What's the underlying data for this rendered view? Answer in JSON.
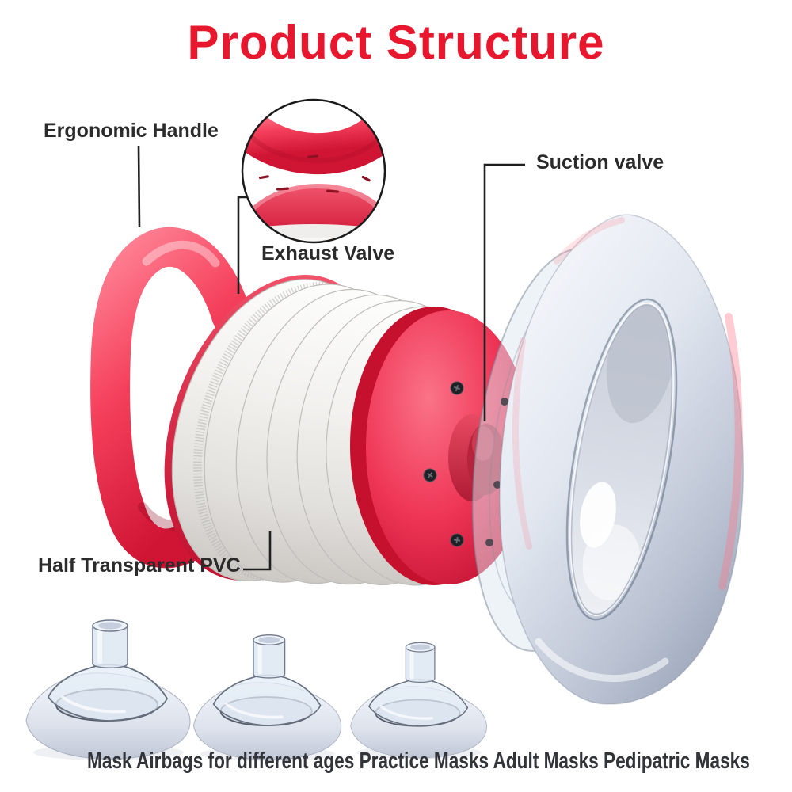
{
  "title": {
    "text": "Product Structure"
  },
  "callouts": {
    "ergonomic_handle": "Ergonomic Handle",
    "exhaust_valve": "Exhaust Valve",
    "suction_valve": "Suction valve",
    "half_transparent_pvc": "Half Transparent PVC"
  },
  "caption": {
    "text": "Mask Airbags for different ages Practice Masks Adult Masks Pedipatric Masks"
  },
  "colors": {
    "title_red": "#e7182d",
    "label_text": "#2b2b2b",
    "caption_text": "#33343a",
    "product_red": "#ee3150",
    "product_red_dark": "#c11031",
    "bellows_white": "#f2f1ee",
    "mask_silver": "#dde2ec",
    "callout_line": "#1f1f1f"
  },
  "illustration": {
    "parts": [
      "ergonomic-handle",
      "exhaust-valve",
      "suction-valve",
      "half-transparent-pvc-bellows",
      "end-cap",
      "face-mask"
    ],
    "practice_masks": [
      "large",
      "medium",
      "small"
    ]
  }
}
